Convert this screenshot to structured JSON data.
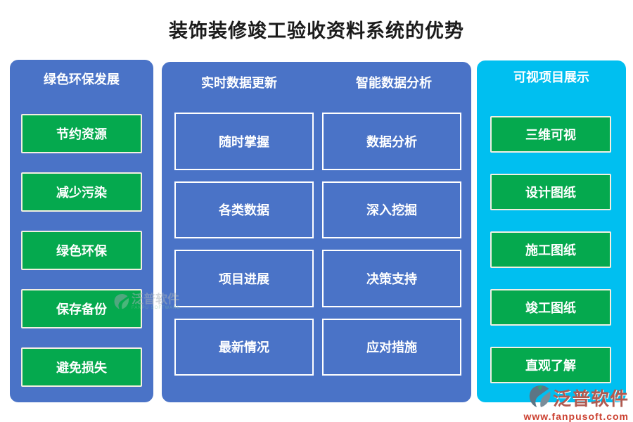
{
  "title": "装饰装修竣工验收资料系统的优势",
  "left_panel": {
    "header": "绿色环保发展",
    "items": [
      "节约资源",
      "减少污染",
      "绿色环保",
      "保存备份",
      "避免损失"
    ]
  },
  "middle_panel": {
    "columns": [
      {
        "header": "实时数据更新",
        "items": [
          "随时掌握",
          "各类数据",
          "项目进展",
          "最新情况"
        ]
      },
      {
        "header": "智能数据分析",
        "items": [
          "数据分析",
          "深入挖掘",
          "决策支持",
          "应对措施"
        ]
      }
    ]
  },
  "right_panel": {
    "header": "可视项目展示",
    "items": [
      "三维可视",
      "设计图纸",
      "施工图纸",
      "竣工图纸",
      "直观了解"
    ]
  },
  "watermark": {
    "name": "泛普软件",
    "subtext": "FANPU SOFTWARE"
  },
  "logo": {
    "name": "泛普软件",
    "url": "www.fanpusoft.com"
  },
  "colors": {
    "panel_blue": "#4a73c7",
    "panel_cyan": "#00bff0",
    "button_green": "#05a94e",
    "title_text": "#1b1b1b",
    "logo_text": "#b05a50",
    "logo_url": "#cc4232"
  }
}
